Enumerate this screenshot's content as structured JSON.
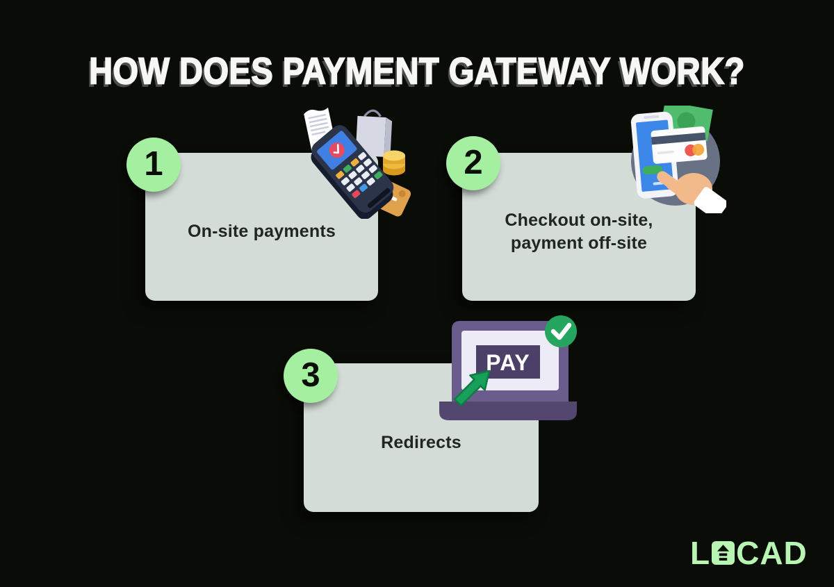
{
  "title": "HOW DOES PAYMENT GATEWAY WORK?",
  "steps": [
    {
      "number": "1",
      "label_lines": [
        "On-site payments"
      ],
      "icon": "pos-terminal"
    },
    {
      "number": "2",
      "label_lines": [
        "Checkout on-site,",
        "payment off-site"
      ],
      "icon": "tap-to-pay-card"
    },
    {
      "number": "3",
      "label_lines": [
        "Redirects"
      ],
      "icon": "laptop-pay-checkmark"
    }
  ],
  "icons": {
    "laptop_pay_button": "PAY"
  },
  "brand": {
    "name": "LOCAD",
    "prefix": "L",
    "suffix": "CAD"
  },
  "colors": {
    "bg": "#0a0c07",
    "card": "#d3dcd6",
    "badge": "#a5efa0",
    "brand": "#b9f5b2",
    "title": "#f7f7f3",
    "label": "#21261f"
  }
}
